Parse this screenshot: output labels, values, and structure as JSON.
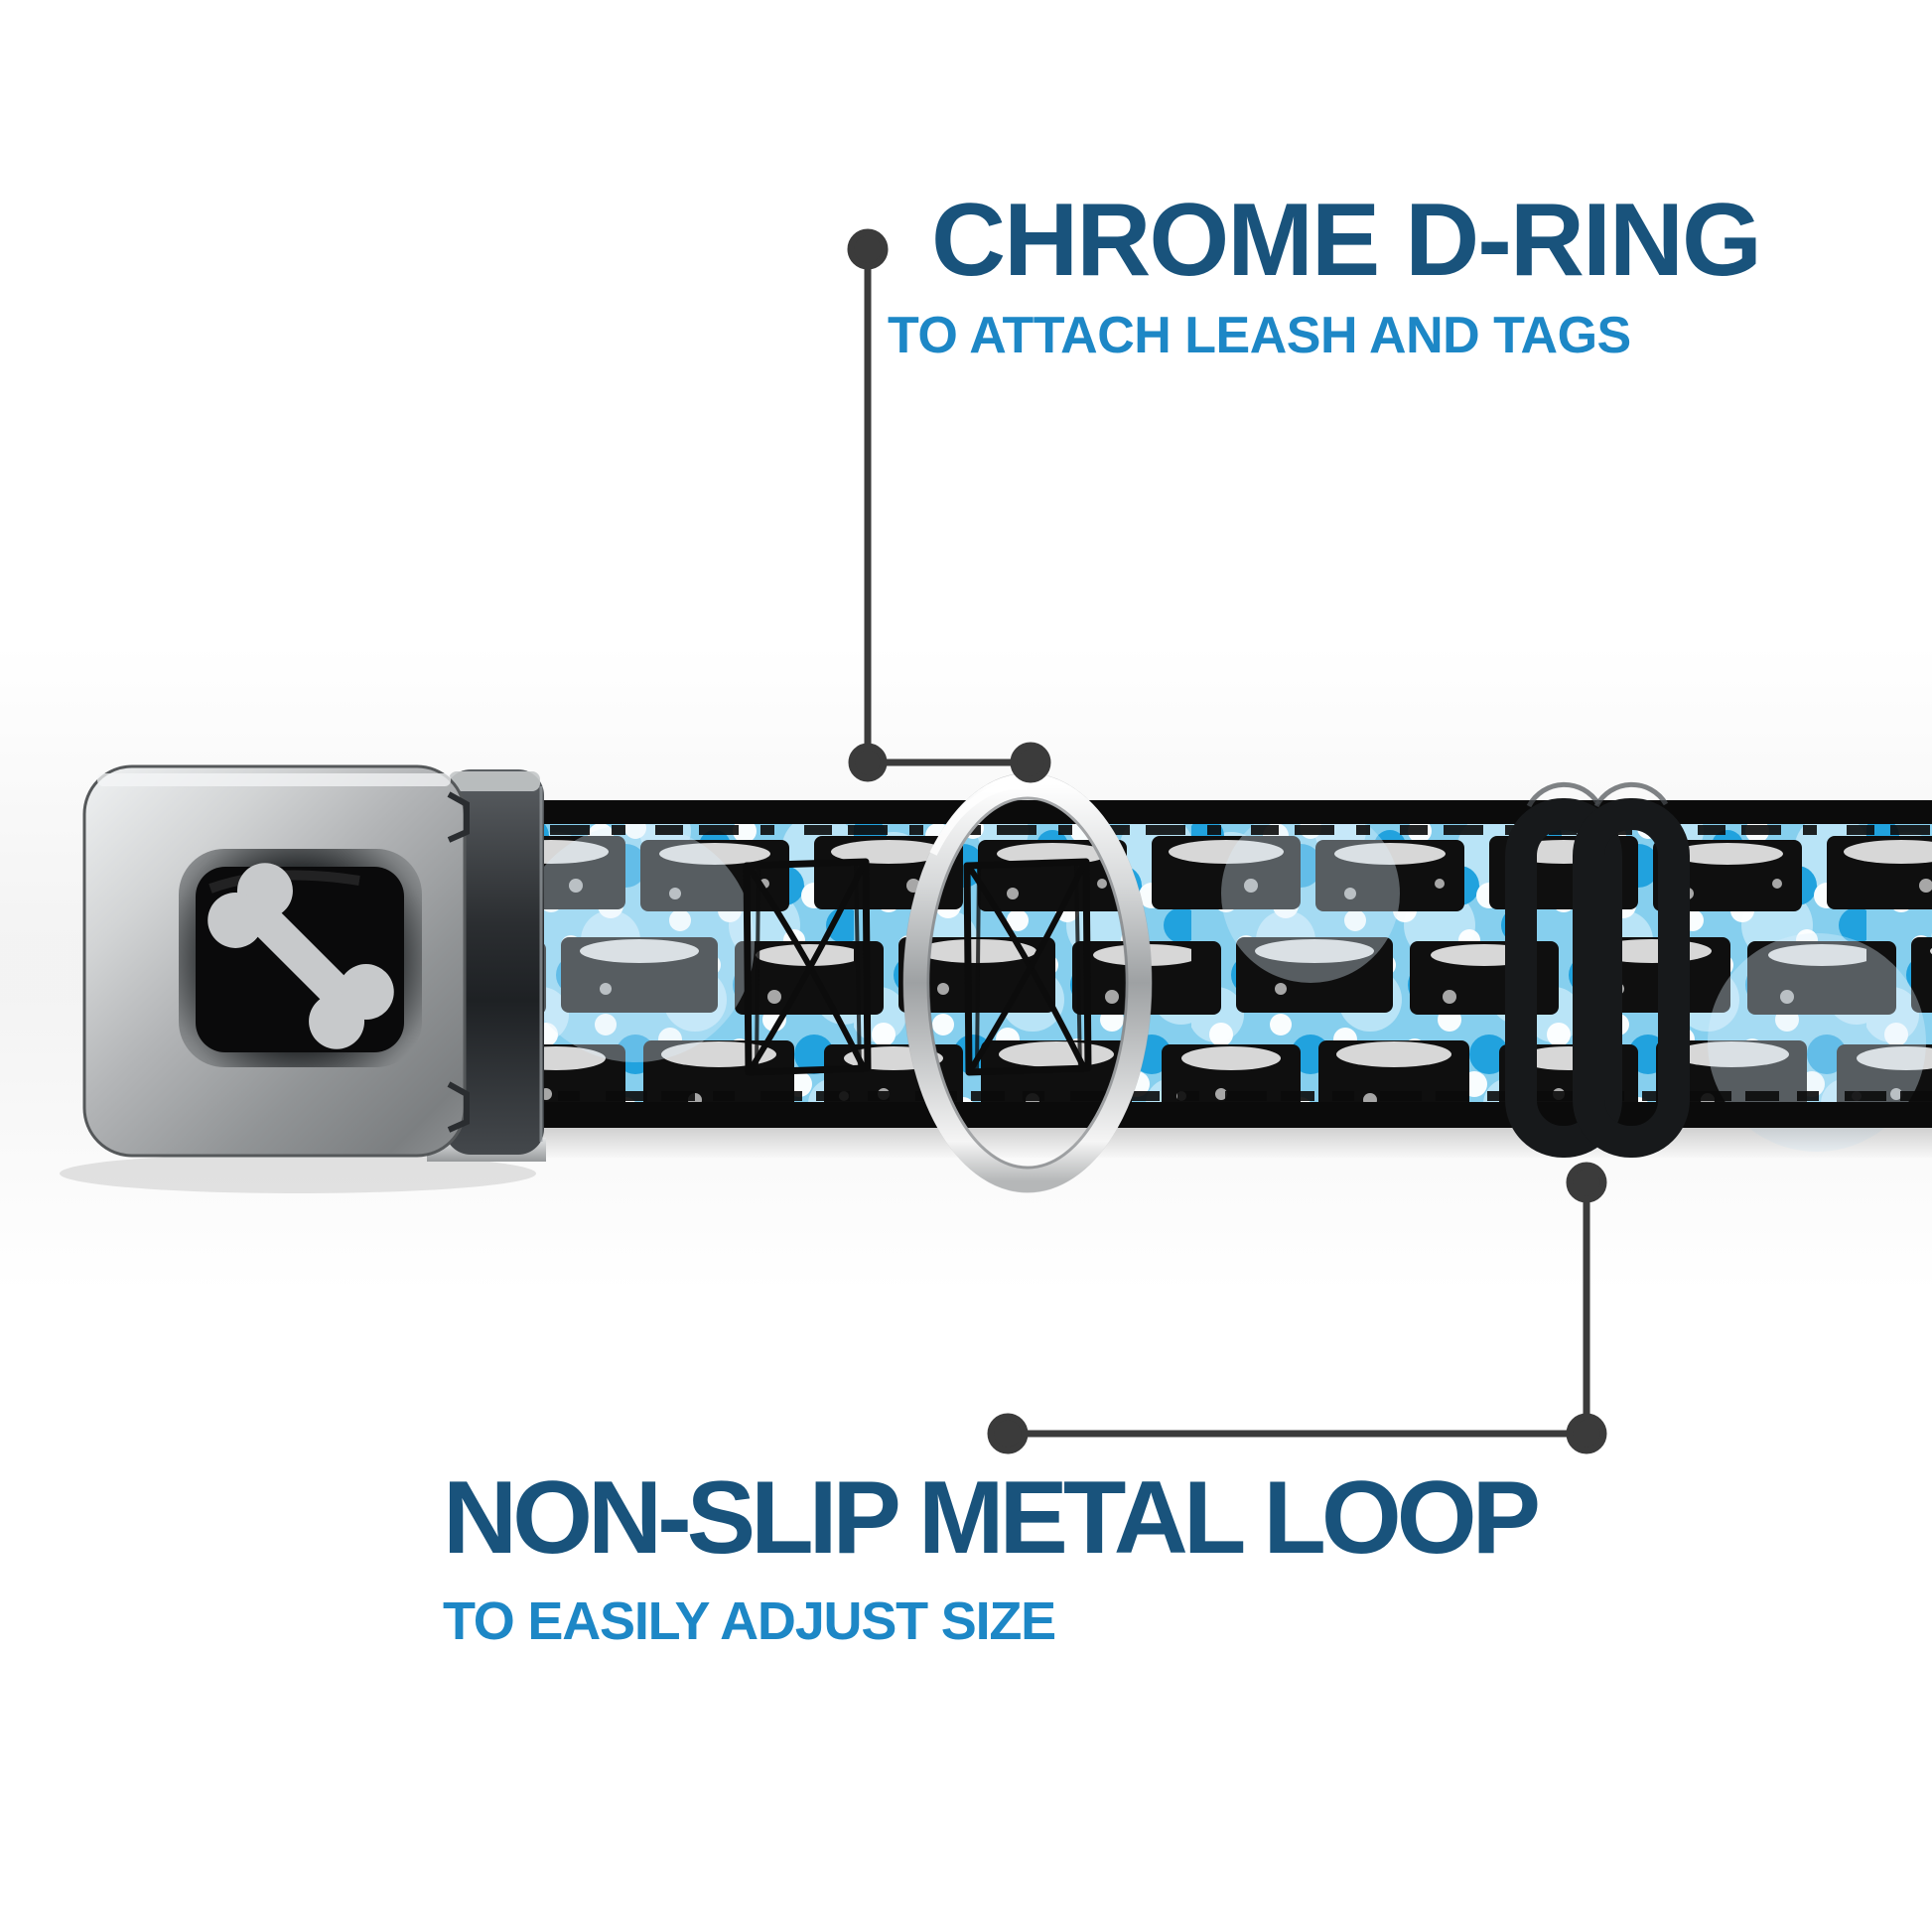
{
  "annotations": {
    "top": {
      "title": "CHROME D-RING",
      "subtitle": "TO ATTACH LEASH AND TAGS"
    },
    "bottom": {
      "title": "NON-SLIP METAL LOOP",
      "subtitle": "TO EASILY ADJUST SIZE"
    }
  },
  "icons": {
    "buckle_logo": "dog-bone-icon"
  },
  "colors": {
    "title_navy": "#19537c",
    "subtitle_blue": "#1d87c6",
    "callout_gray": "#3b3b3b",
    "strap_base_blue": "#86cfee",
    "strap_deep_blue": "#21a2de",
    "brick_black": "#0f0f0f",
    "brick_distress_white": "#f3f3f3",
    "buckle_silver": "#b3b5b7",
    "buckle_window_black": "#0a0a0b",
    "bone_gray": "#c7c9cb",
    "ring_chrome": "#c8cacb",
    "slider_black": "#17191b",
    "background": "#ffffff"
  }
}
